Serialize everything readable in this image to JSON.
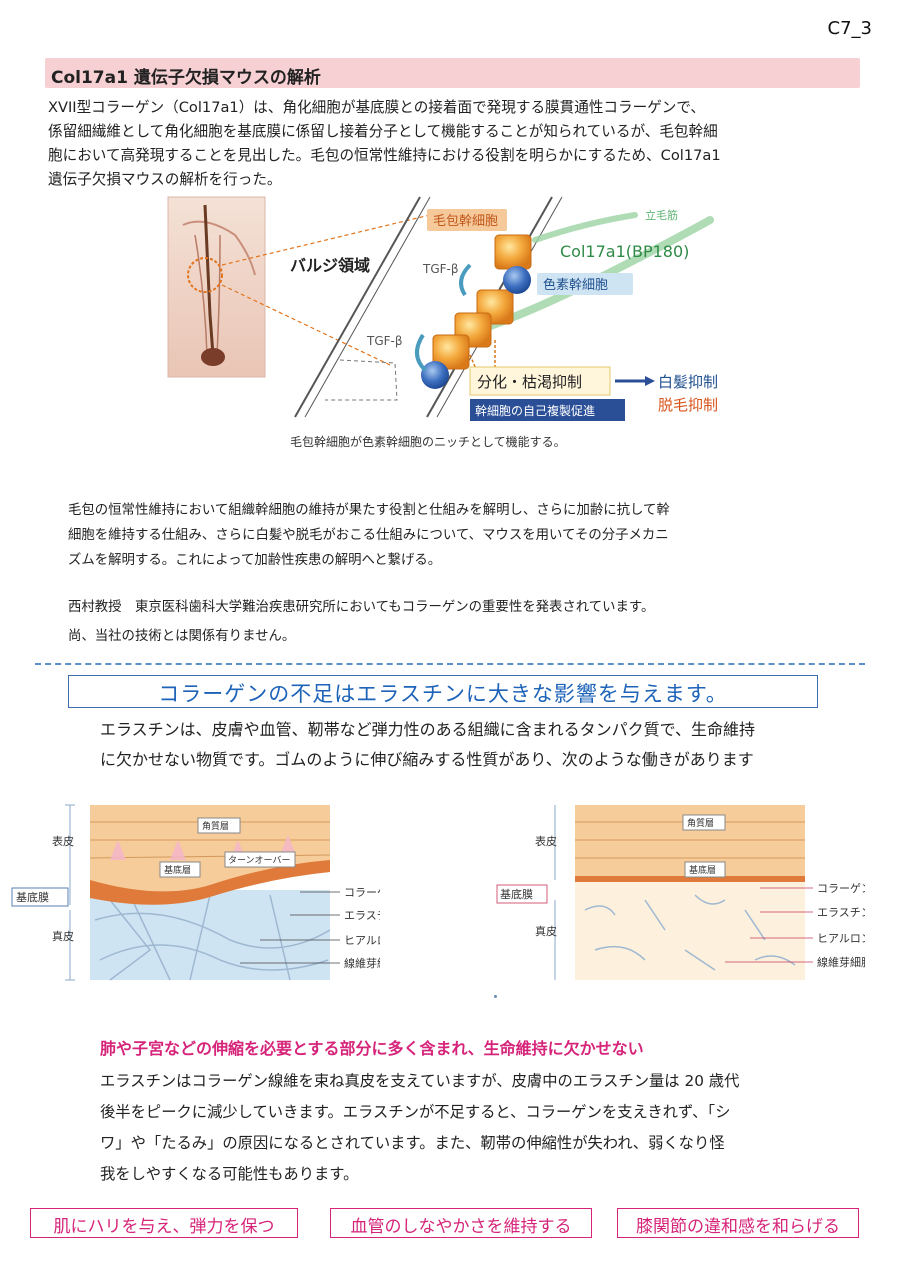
{
  "page_id": "C7_3",
  "section1": {
    "title": "Col17a1 遺伝子欠損マウスの解析",
    "intro_lines": [
      "XVII型コラーゲン（Col17a1）は、角化細胞が基底膜との接着面で発現する膜貫通性コラーゲンで、",
      "係留細繊維として角化細胞を基底膜に係留し接着分子として機能することが知られているが、毛包幹細",
      "胞において高発現することを見出した。毛包の恒常性維持における役割を明らかにするため、Col17a1",
      "遺伝子欠損マウスの解析を行った。"
    ],
    "figure": {
      "label_hair_follicle_cells": "毛包幹細胞",
      "label_arrector": "立毛筋",
      "label_col17": "Col17a1(BP180)",
      "label_bulge": "バルジ領域",
      "label_tgf1": "TGF-β",
      "label_tgf2": "TGF-β",
      "label_melanocyte_stem": "色素幹細胞",
      "label_diff": "分化・枯渇抑制",
      "label_selfrenew": "幹細胞の自己複製促進",
      "label_gray": "白髪抑制",
      "label_hairloss": "脱毛抑制"
    },
    "caption": "毛包幹細胞が色素幹細胞のニッチとして機能する。"
  },
  "section2": {
    "lines": [
      "毛包の恒常性維持において組織幹細胞の維持が果たす役割と仕組みを解明し、さらに加齢に抗して幹",
      "細胞を維持する仕組み、さらに白髪や脱毛がおこる仕組みについて、マウスを用いてその分子メカニ",
      "ズムを解明する。これによって加齢性疾患の解明へと繋げる。"
    ],
    "note1": "西村教授　東京医科歯科大学難治疾患研究所においてもコラーゲンの重要性を発表されています。",
    "note2": "尚、当社の技術とは関係有りません。"
  },
  "section3": {
    "heading": "コラーゲンの不足はエラスチンに大きな影響を与えます。",
    "intro_lines": [
      "エラスチンは、皮膚や血管、靭帯など弾力性のある組織に含まれるタンパク質で、生命維持",
      "に欠かせない物質です。ゴムのように伸び縮みする性質があり、次のような働きがあります"
    ]
  },
  "skin_left": {
    "epidermis": "表皮",
    "basement": "基底膜",
    "dermis": "真皮",
    "stratum_corneum": "角質層",
    "basal_layer": "基底層",
    "turnover": "ターンオーバー",
    "collagen": "コラーゲン",
    "elastin": "エラスチン",
    "hyaluronic": "ヒアルロン酸",
    "fibroblast": "線維芽細胞"
  },
  "skin_right": {
    "epidermis": "表皮",
    "basement": "基底膜",
    "dermis": "真皮",
    "stratum_corneum": "角質層",
    "basal_layer": "基底層",
    "collagen": "コラーゲン",
    "elastin": "エラスチン",
    "hyaluronic": "ヒアルロン酸",
    "fibroblast": "線維芽細胞"
  },
  "section4": {
    "heading": "肺や子宮などの伸縮を必要とする部分に多く含まれ、生命維持に欠かせない",
    "lines": [
      "エラスチンはコラーゲン線維を束ね真皮を支えていますが、皮膚中のエラスチン量は 20 歳代",
      "後半をピークに減少していきます。エラスチンが不足すると、コラーゲンを支えきれず、「シ",
      "ワ」や「たるみ」の原因になるとされています。また、靭帯の伸縮性が失われ、弱くなり怪",
      "我をしやすくなる可能性もあります。"
    ]
  },
  "functions": [
    "肌にハリを与え、弾力を保つ",
    "血管のしなやかさを維持する",
    "膝関節の違和感を和らげる"
  ]
}
